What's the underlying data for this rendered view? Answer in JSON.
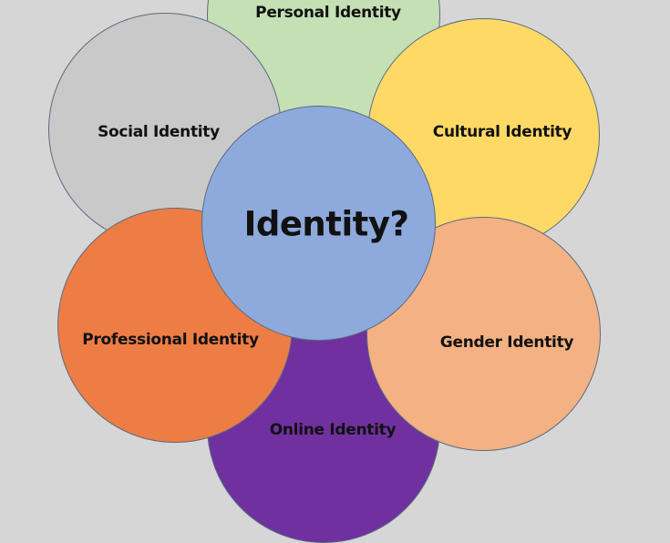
{
  "diagram": {
    "center": {
      "label": "Identity?",
      "color": "#8eaadc"
    },
    "petals": [
      {
        "id": "personal",
        "label": "Personal Identity",
        "color": "#c5e0b4"
      },
      {
        "id": "social",
        "label": "Social Identity",
        "color": "#c9c9c9"
      },
      {
        "id": "cultural",
        "label": "Cultural Identity",
        "color": "#ffd966"
      },
      {
        "id": "professional",
        "label": "Professional Identity",
        "color": "#ed7d45"
      },
      {
        "id": "online",
        "label": "Online Identity",
        "color": "#7030a0"
      },
      {
        "id": "gender",
        "label": "Gender Identity",
        "color": "#f4b183"
      }
    ],
    "background": "#d6d6d6"
  }
}
